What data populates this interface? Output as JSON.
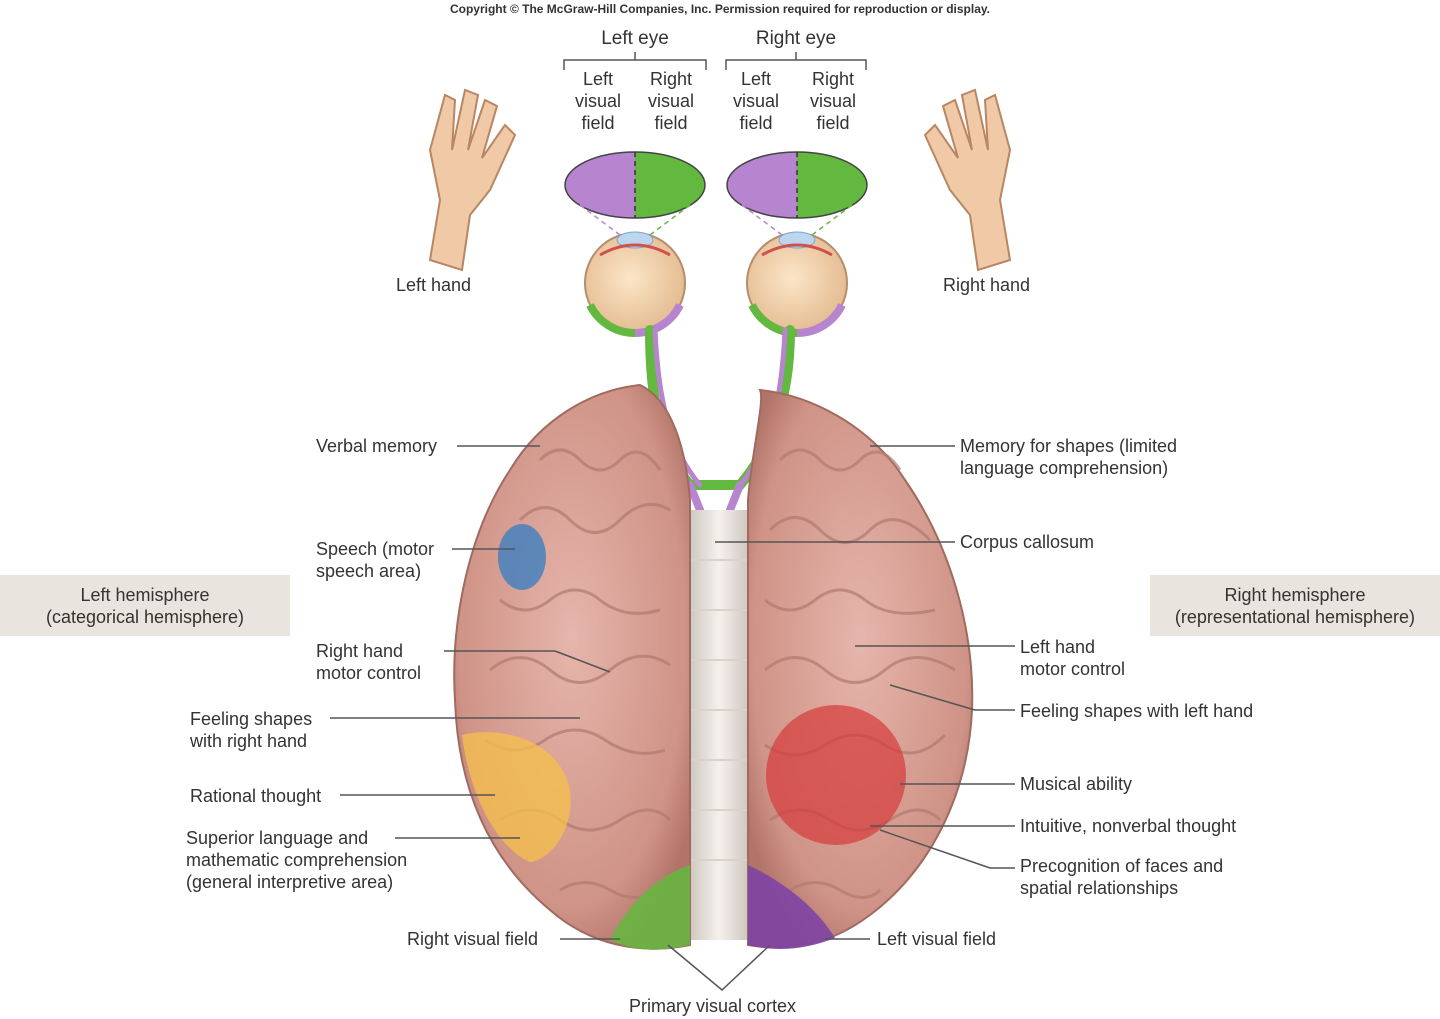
{
  "copyright": "Copyright © The McGraw-Hill Companies, Inc. Permission required for reproduction or display.",
  "eyes": {
    "left_eye": "Left eye",
    "right_eye": "Right eye",
    "left_visual_field": "Left\nvisual\nfield",
    "right_visual_field": "Right\nvisual\nfield"
  },
  "hands": {
    "left": "Left hand",
    "right": "Right hand"
  },
  "hemispheres": {
    "left": "Left hemisphere\n(categorical hemisphere)",
    "right": "Right hemisphere\n(representational hemisphere)"
  },
  "left_labels": {
    "verbal_memory": "Verbal memory",
    "speech": "Speech (motor\nspeech area)",
    "right_hand_motor": "Right hand\nmotor control",
    "feeling_shapes": "Feeling shapes\nwith right hand",
    "rational_thought": "Rational thought",
    "superior_language": "Superior language and\nmathematic comprehension\n(general interpretive area)",
    "right_visual_field": "Right visual field"
  },
  "right_labels": {
    "memory_shapes": "Memory for shapes (limited\nlanguage comprehension)",
    "corpus_callosum": "Corpus callosum",
    "left_hand_motor": "Left hand\nmotor control",
    "feeling_shapes_left": "Feeling shapes with left hand",
    "musical_ability": "Musical ability",
    "intuitive": "Intuitive, nonverbal thought",
    "precognition": "Precognition of faces and\nspatial relationships",
    "left_visual_field": "Left visual field"
  },
  "bottom_label": "Primary visual cortex",
  "colors": {
    "purple": "#b784cf",
    "green": "#63b83f",
    "brain": "#d9a49a",
    "speech_blue": "#3d7fbf",
    "language_yellow": "#f5c04a",
    "music_red": "#d63a3a",
    "label_bg": "#e9e4dd"
  }
}
